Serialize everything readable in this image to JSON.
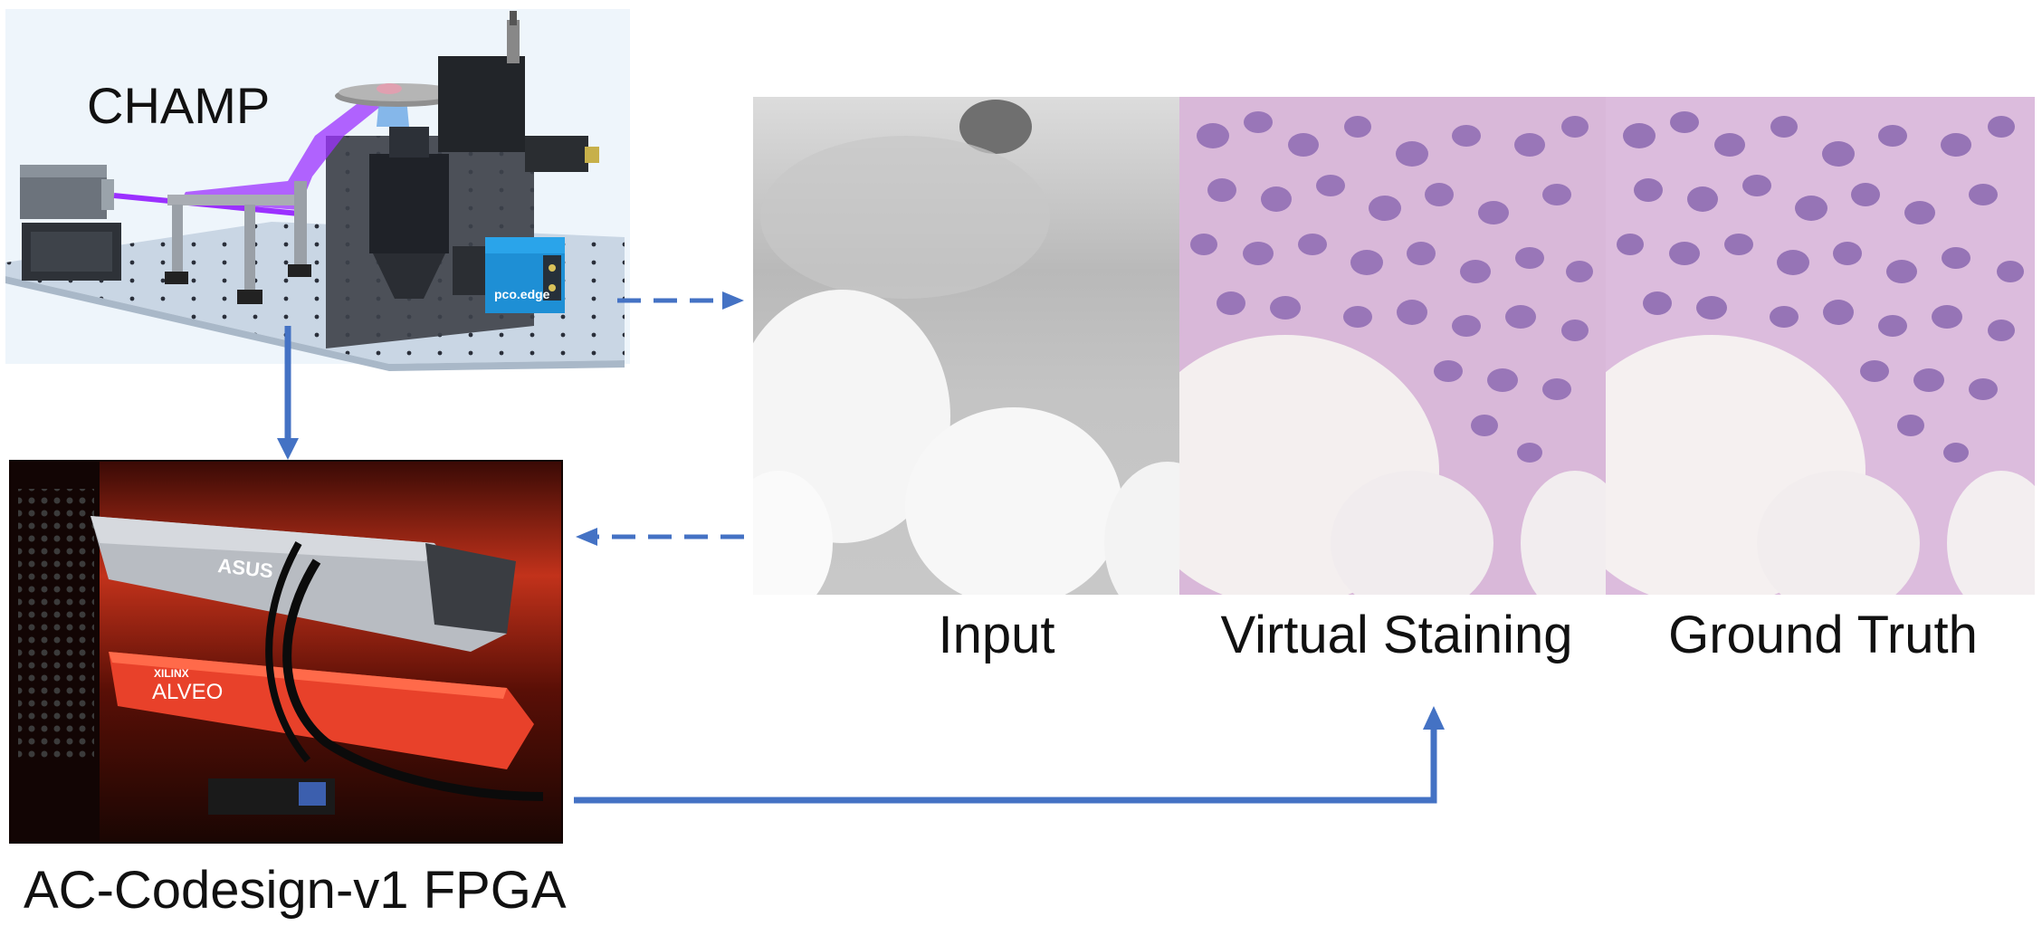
{
  "labels": {
    "champ": "CHAMP",
    "fpga": "AC-Codesign-v1 FPGA",
    "input": "Input",
    "virtual_staining": "Virtual Staining",
    "ground_truth": "Ground Truth"
  },
  "device_text": {
    "camera_brand": "pco.edge",
    "gpu_brand": "ASUS",
    "fpga_brand_small": "XILINX",
    "fpga_brand": "ALVEO"
  },
  "colors": {
    "arrow": "#4472C4",
    "laser": "#9B30FF",
    "camera_blue": "#1E8FD5",
    "fpga_red": "#E8412A",
    "stain_bg": "#D9B8D9",
    "nucleus": "#8E6BB3",
    "gray_input": "#BDBDBD"
  }
}
